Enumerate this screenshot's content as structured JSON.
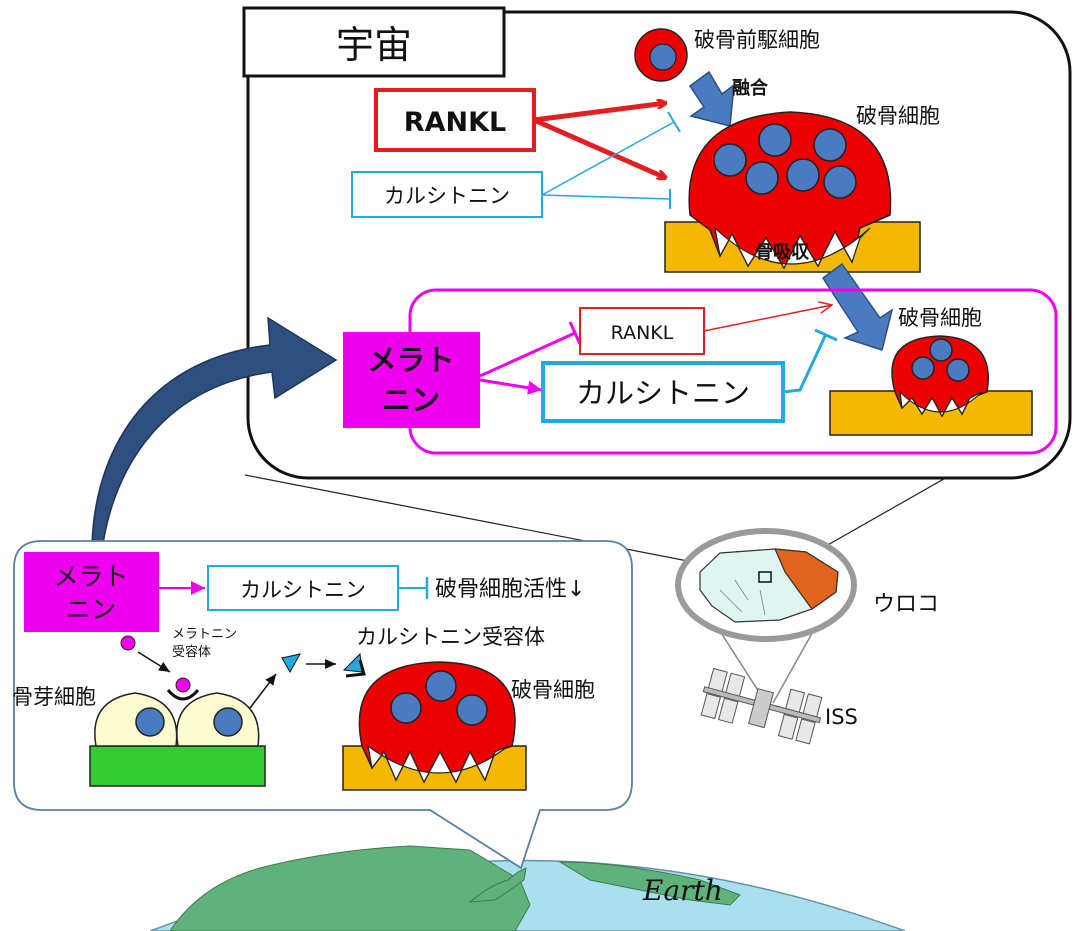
{
  "space_panel": {
    "title": "宇宙",
    "preosteoclast_label": "破骨前駆細胞",
    "fusion_label": "融合",
    "osteoclast_label": "破骨細胞",
    "rankl_label": "RANKL",
    "calcitonin_label": "カルシトニン",
    "bone_resorption_label": "骨吸収",
    "melatonin_box": {
      "line1": "メラト",
      "line2": "ニン",
      "rankl_label": "RANKL",
      "calcitonin_label": "カルシトニン",
      "osteoclast_label": "破骨細胞"
    }
  },
  "earth_panel": {
    "melatonin_line1": "メラト",
    "melatonin_line2": "ニン",
    "calcitonin_label": "カルシトニン",
    "activity_label": "破骨細胞活性↓",
    "receptor_line1": "メラトニン",
    "receptor_line2": "受容体",
    "calcitonin_receptor_label": "カルシトニン受容体",
    "osteoblast_label": "骨芽細胞",
    "osteoclast_label": "破骨細胞"
  },
  "scale_label": "ウロコ",
  "iss_label": "ISS",
  "earth_label": "Earth",
  "colors": {
    "rankl": "#e02020",
    "calcitonin": "#22a9e0",
    "melatonin": "#ee00ee",
    "osteoclast": "#ee0000",
    "nucleus": "#4a7abf",
    "bone": "#f5b800",
    "osteoblast_base": "#33cc33",
    "big_arrow": "#2f4f80",
    "ocean": "#a8e0ef",
    "land": "#5fb27a"
  }
}
